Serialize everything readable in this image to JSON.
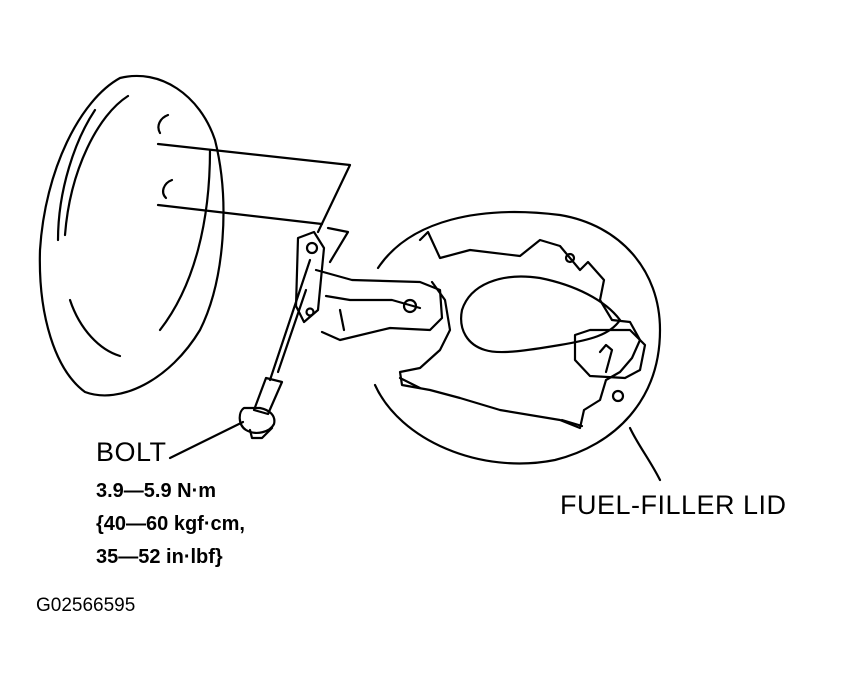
{
  "labels": {
    "bolt": "BOLT",
    "torque_nm": "3.9—5.9 N·m",
    "torque_kgf": "{40—60 kgf·cm,",
    "torque_inlbf": "35—52 in·lbf}",
    "fuel_filler_lid": "FUEL-FILLER LID",
    "figure_code": "G02566595"
  },
  "colors": {
    "line": "#000000",
    "background": "#ffffff"
  }
}
